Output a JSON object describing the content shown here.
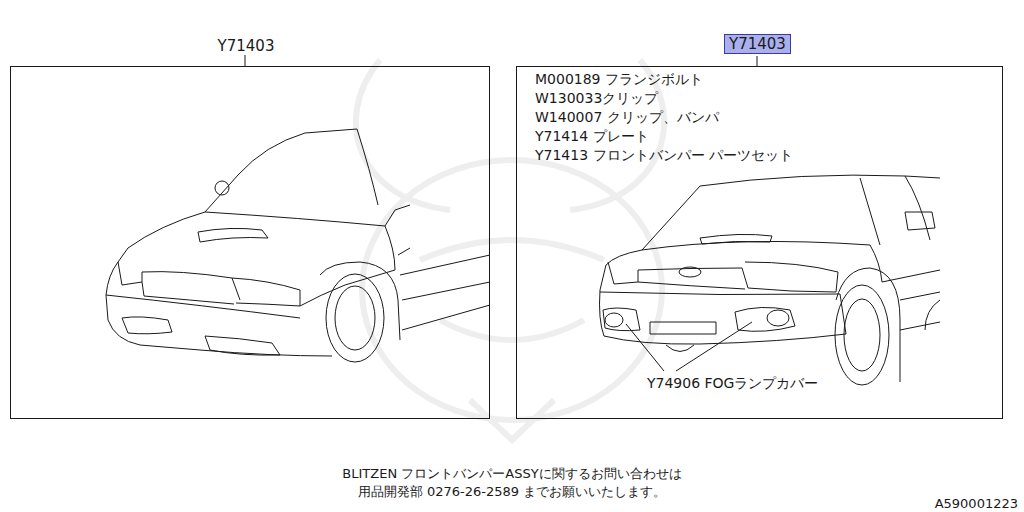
{
  "diagram": {
    "nodes": [
      {
        "text": [
          "Y71403"
        ]
      },
      {
        "text": [
          "Y71403",
          "M000189 フランジボルト",
          "W130033クリップ",
          "W140007 クリップ、バンパ",
          "Y71414 プレート",
          "Y71413 フロントバンパー パーツセット",
          "Y74906 FOGランプカバー"
        ]
      }
    ],
    "labels": [
      "BLITZEN フロントバンパーASSYに関するお問い合わせは",
      "用品開発部 0276-26-2589 までお願いいたします。",
      "A590001223"
    ]
  }
}
